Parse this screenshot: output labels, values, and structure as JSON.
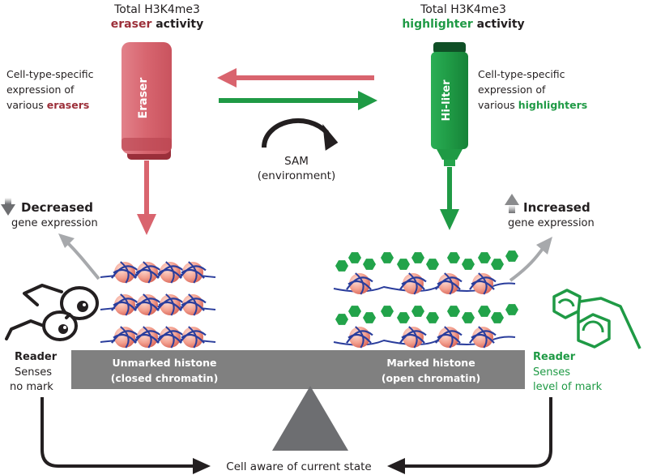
{
  "eraser_header": {
    "line1": "Total H3K4me3",
    "keyword": "eraser",
    "suffix": " activity"
  },
  "highlighter_header": {
    "line1": "Total H3K4me3",
    "keyword": "highlighter",
    "suffix": " activity"
  },
  "eraser_expression": {
    "line1": "Cell-type-specific",
    "line2": "expression of",
    "line3_prefix": "various ",
    "line3_keyword": "erasers"
  },
  "highlighter_expression": {
    "line1": "Cell-type-specific",
    "line2": "expression of",
    "line3_prefix": "various ",
    "line3_keyword": "highlighters"
  },
  "eraser_label": "Eraser",
  "highliter_label": "Hi-liter",
  "sam": {
    "line1": "SAM",
    "line2": "(environment)"
  },
  "decreased": {
    "line1": "Decreased",
    "line2": "gene expression"
  },
  "increased": {
    "line1": "Increased",
    "line2": "gene expression"
  },
  "unmarked": {
    "line1": "Unmarked histone",
    "line2": "(closed chromatin)"
  },
  "marked": {
    "line1": "Marked histone",
    "line2": "(open chromatin)"
  },
  "reader_left": {
    "title": "Reader",
    "line1": "Senses",
    "line2": "no mark"
  },
  "reader_right": {
    "title": "Reader",
    "line1": "Senses",
    "line2": "level of mark"
  },
  "bottom_caption": "Cell aware of current state",
  "colors": {
    "eraser": "#d9646e",
    "eraser_text": "#9c2f39",
    "highlighter": "#1f9a45",
    "beam": "#808080",
    "dna": "#2a3d9c",
    "nucleosome": "#f4a898",
    "mark": "#22a34a"
  }
}
